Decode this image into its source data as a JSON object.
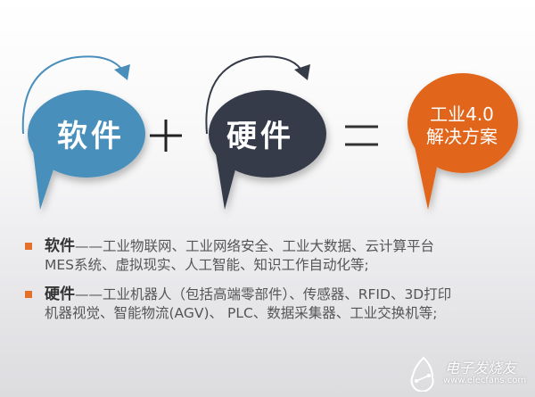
{
  "diagram": {
    "software_bubble": {
      "label": "软件",
      "color": "#4a8fbc"
    },
    "plus_operator": "+",
    "hardware_bubble": {
      "label": "硬件",
      "color": "#363b48"
    },
    "equals_operator": "=",
    "solution_bubble": {
      "line1": "工业4.0",
      "line2": "解决方案",
      "color": "#e1661c"
    }
  },
  "list": {
    "bullet_color": "#e4712b",
    "items": [
      {
        "keyword": "软件",
        "dash": "——",
        "line1": "工业物联网、工业网络安全、工业大数据、云计算平台",
        "line2": "MES系统、虚拟现实、人工智能、知识工作自动化等;"
      },
      {
        "keyword": "硬件",
        "dash": "——",
        "line1": "工业机器人（包括高端零部件）、传感器、RFID、3D打印",
        "line2": "机器视觉、智能物流(AGV)、 PLC、数据采集器、工业交换机等;"
      }
    ]
  },
  "watermark": {
    "name": "电子发烧友",
    "url": "www.elecfans.com"
  }
}
